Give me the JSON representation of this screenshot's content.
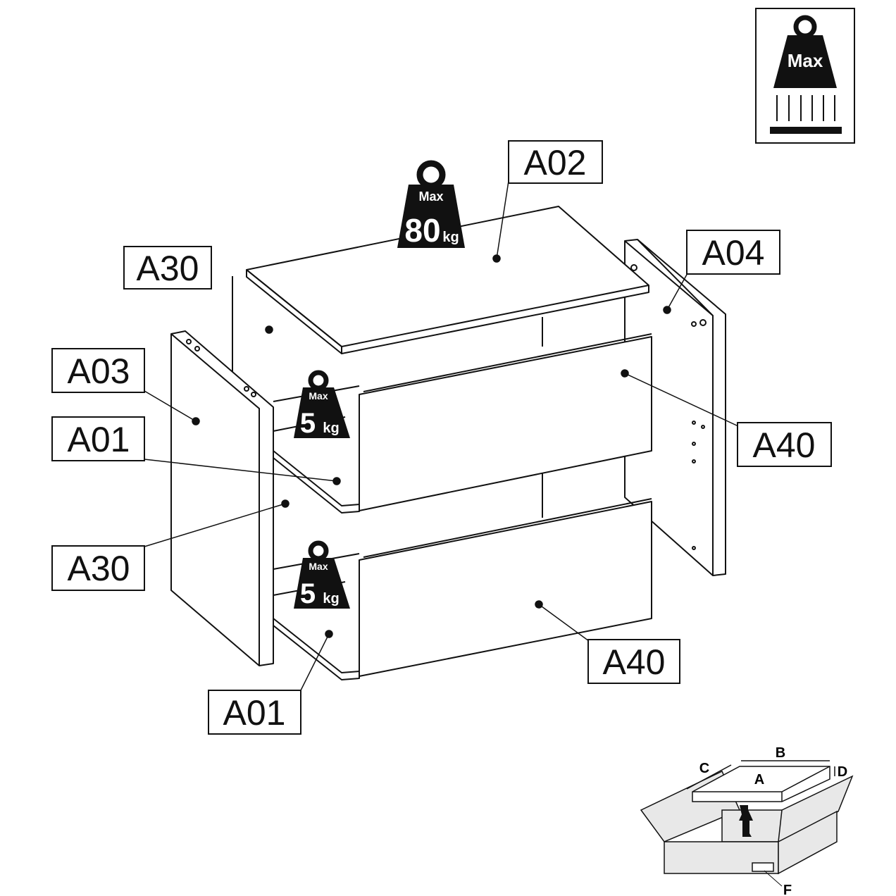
{
  "labels": {
    "top_panel": "A02",
    "back_panel": "A30",
    "right_side": "A04",
    "left_side": "A03",
    "drawer_bottom_upper": "A01",
    "drawer_front_upper": "A40",
    "back_panel_lower": "A30",
    "drawer_front_lower": "A40",
    "drawer_bottom_lower": "A01"
  },
  "weights": {
    "top": {
      "max": "Max",
      "value": "80",
      "unit": "kg"
    },
    "drawer_upper": {
      "max": "Max",
      "value": "5",
      "unit": "kg"
    },
    "drawer_lower": {
      "max": "Max",
      "value": "5",
      "unit": "kg"
    },
    "legend": {
      "max": "Max"
    }
  },
  "package": {
    "a": "A",
    "b": "B",
    "c": "C",
    "d": "D",
    "f": "F"
  }
}
